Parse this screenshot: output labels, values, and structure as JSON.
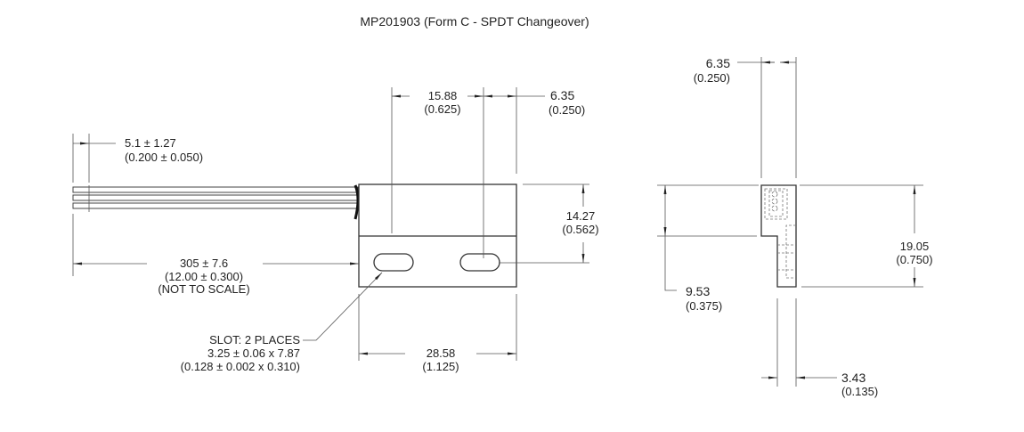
{
  "title": "MP201903 (Form C - SPDT Changeover)",
  "front_view": {
    "strip_length": {
      "mm": "5.1 ± 1.27",
      "in": "(0.200 ± 0.050)"
    },
    "lead_length": {
      "mm": "305 ± 7.6",
      "in": "(12.00 ± 0.300)",
      "note": "(NOT TO SCALE)"
    },
    "slot_spacing": {
      "mm": "15.88",
      "in": "(0.625)"
    },
    "slot_edge": {
      "mm": "6.35",
      "in": "(0.250)"
    },
    "slot_height": {
      "mm": "14.27",
      "in": "(0.562)"
    },
    "body_length": {
      "mm": "28.58",
      "in": "(1.125)"
    },
    "slot_note": {
      "line1": "SLOT: 2 PLACES",
      "line2": "3.25 ± 0.06 x 7.87",
      "line3": "(0.128 ± 0.002 x 0.310)"
    }
  },
  "side_view": {
    "width": {
      "mm": "6.35",
      "in": "(0.250)"
    },
    "step_height": {
      "mm": "9.53",
      "in": "(0.375)"
    },
    "total_height": {
      "mm": "19.05",
      "in": "(0.750)"
    },
    "flange": {
      "mm": "3.43",
      "in": "(0.135)"
    }
  }
}
